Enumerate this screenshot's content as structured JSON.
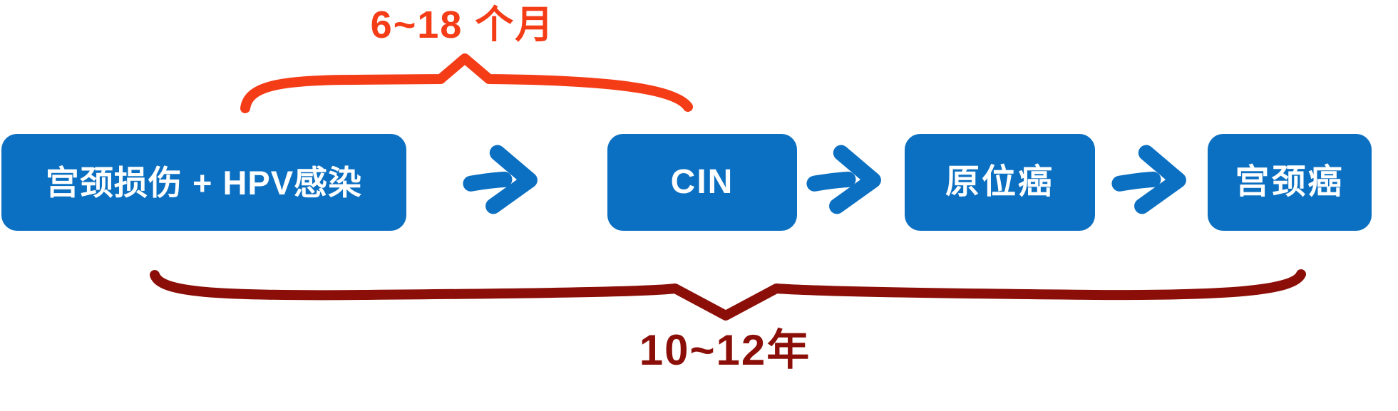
{
  "diagram": {
    "top_annotation": {
      "label": "6~18 个月",
      "color": "#F43C17"
    },
    "bottom_annotation": {
      "label": "10~12年",
      "color": "#8B0F08"
    },
    "nodes": [
      {
        "label": "宫颈损伤 + HPV感染"
      },
      {
        "label": "CIN"
      },
      {
        "label": "原位癌"
      },
      {
        "label": "宫颈癌"
      }
    ],
    "node_color": "#0C70C2",
    "node_text_color": "#FFFFFF",
    "arrow_color": "#0C70C2",
    "icons": {
      "arrow": "arrow-right-icon",
      "top_brace": "curly-brace-down-icon",
      "bottom_brace": "curly-brace-up-icon"
    }
  }
}
